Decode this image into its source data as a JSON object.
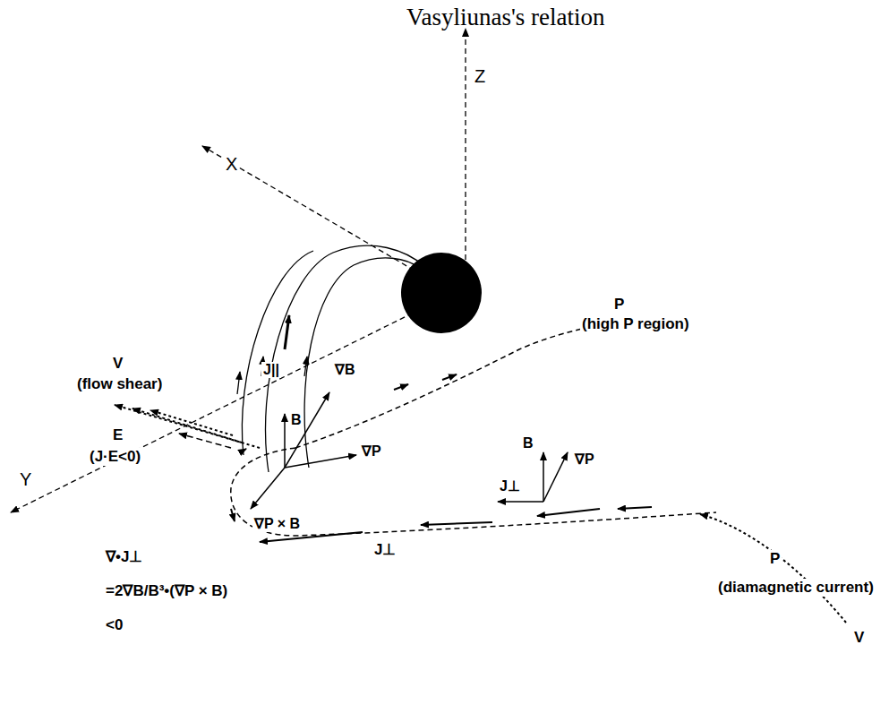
{
  "diagram": {
    "title": "Vasyliunas's relation",
    "labels": [
      "Z",
      "X",
      "Y",
      "V",
      "(flow shear)",
      "J||",
      "B",
      "∇B",
      "∇P",
      "P",
      "(high P region)",
      "E",
      "(J·E<0)",
      "∇P × B",
      "B",
      "∇P",
      "J⊥",
      "∇•J⊥",
      "=2∇B/B³•(∇P × B)",
      "<0",
      "J⊥",
      "V",
      "P",
      "(diamagnetic current)"
    ]
  }
}
